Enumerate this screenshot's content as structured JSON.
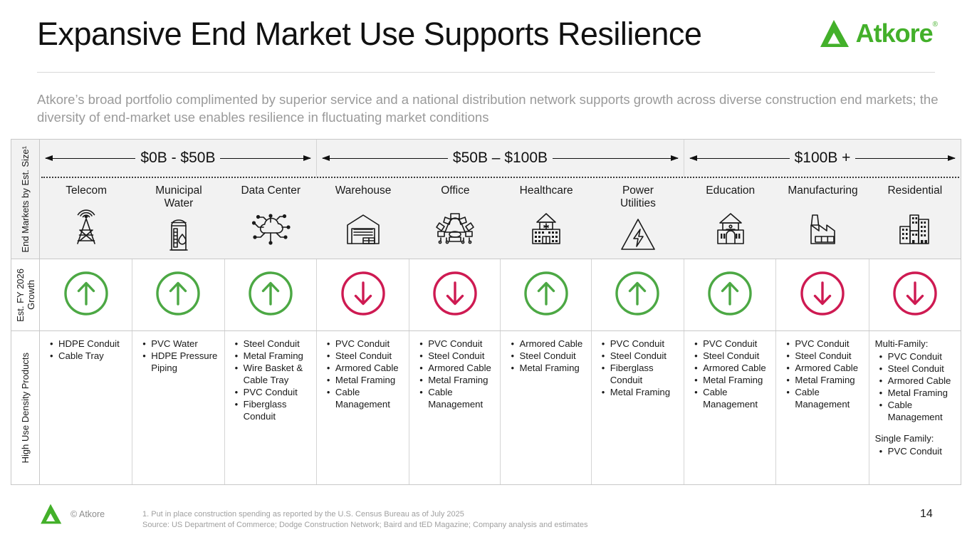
{
  "header": {
    "title": "Expansive End Market Use Supports Resilience",
    "logo": {
      "name": "atkore-logo",
      "wordmark": "Atkore",
      "trademark": "®",
      "color": "#43B02A"
    }
  },
  "subtitle": "Atkore’s broad portfolio complimented by superior service and a national distribution network supports growth across diverse construction end markets; the diversity of end-market use enables resilience in fluctuating market conditions",
  "table": {
    "row_labels": {
      "size": "End Markets by Est. Size¹",
      "growth": "Est. FY 2026\nGrowth",
      "products": "High Use Density Products"
    },
    "bands": [
      {
        "label": "$0B - $50B",
        "columns": 3
      },
      {
        "label": "$50B – $100B",
        "columns": 4
      },
      {
        "label": "$100B +",
        "columns": 4
      }
    ],
    "colors": {
      "growth_up": "#4CA844",
      "growth_down": "#CE1A52",
      "header_bg": "#f2f2f2",
      "border": "#c8c8c8"
    },
    "markets": [
      {
        "name": "Telecom",
        "icon": "telecom-tower-icon",
        "growth": "up",
        "groups": [
          {
            "title": "",
            "items": [
              "HDPE Conduit",
              "Cable Tray"
            ]
          }
        ]
      },
      {
        "name": "Municipal\nWater",
        "icon": "water-tower-icon",
        "growth": "up",
        "groups": [
          {
            "title": "",
            "items": [
              "PVC Water",
              "HDPE Pressure Piping"
            ]
          }
        ]
      },
      {
        "name": "Data Center",
        "icon": "cloud-network-icon",
        "growth": "up",
        "groups": [
          {
            "title": "",
            "items": [
              "Steel Conduit",
              "Metal Framing",
              "Wire Basket & Cable Tray",
              "PVC Conduit",
              "Fiberglass Conduit"
            ]
          }
        ]
      },
      {
        "name": "Warehouse",
        "icon": "warehouse-icon",
        "growth": "down",
        "groups": [
          {
            "title": "",
            "items": [
              "PVC Conduit",
              "Steel Conduit",
              "Armored Cable",
              "Metal Framing",
              "Cable Management"
            ]
          }
        ]
      },
      {
        "name": "Office",
        "icon": "office-table-icon",
        "growth": "down",
        "groups": [
          {
            "title": "",
            "items": [
              "PVC Conduit",
              "Steel Conduit",
              "Armored Cable",
              "Metal Framing",
              "Cable Management"
            ]
          }
        ]
      },
      {
        "name": "Healthcare",
        "icon": "hospital-icon",
        "growth": "up",
        "groups": [
          {
            "title": "",
            "items": [
              "Armored Cable",
              "Steel Conduit",
              "Metal Framing"
            ]
          }
        ]
      },
      {
        "name": "Power\nUtilities",
        "icon": "lightning-triangle-icon",
        "growth": "up",
        "groups": [
          {
            "title": "",
            "items": [
              "PVC Conduit",
              "Steel Conduit",
              "Fiberglass Conduit",
              "Metal Framing"
            ]
          }
        ]
      },
      {
        "name": "Education",
        "icon": "school-icon",
        "growth": "up",
        "groups": [
          {
            "title": "",
            "items": [
              "PVC Conduit",
              "Steel Conduit",
              "Armored Cable",
              "Metal Framing",
              "Cable Management"
            ]
          }
        ]
      },
      {
        "name": "Manufacturing",
        "icon": "factory-icon",
        "growth": "down",
        "groups": [
          {
            "title": "",
            "items": [
              "PVC Conduit",
              "Steel Conduit",
              "Armored Cable",
              "Metal Framing",
              "Cable Management"
            ]
          }
        ]
      },
      {
        "name": "Residential",
        "icon": "buildings-icon",
        "growth": "down",
        "groups": [
          {
            "title": "Multi-Family:",
            "items": [
              "PVC Conduit",
              "Steel Conduit",
              "Armored Cable",
              "Metal Framing",
              "Cable Management"
            ]
          },
          {
            "title": "Single Family:",
            "items": [
              "PVC Conduit"
            ]
          }
        ]
      }
    ]
  },
  "footer": {
    "copyright": "© Atkore",
    "footnote_1": "1. Put in place construction spending as reported by the U.S. Census Bureau as of July 2025",
    "footnote_2": "Source: US Department of Commerce; Dodge Construction Network; Baird and tED Magazine; Company analysis and estimates",
    "page_number": "14"
  }
}
